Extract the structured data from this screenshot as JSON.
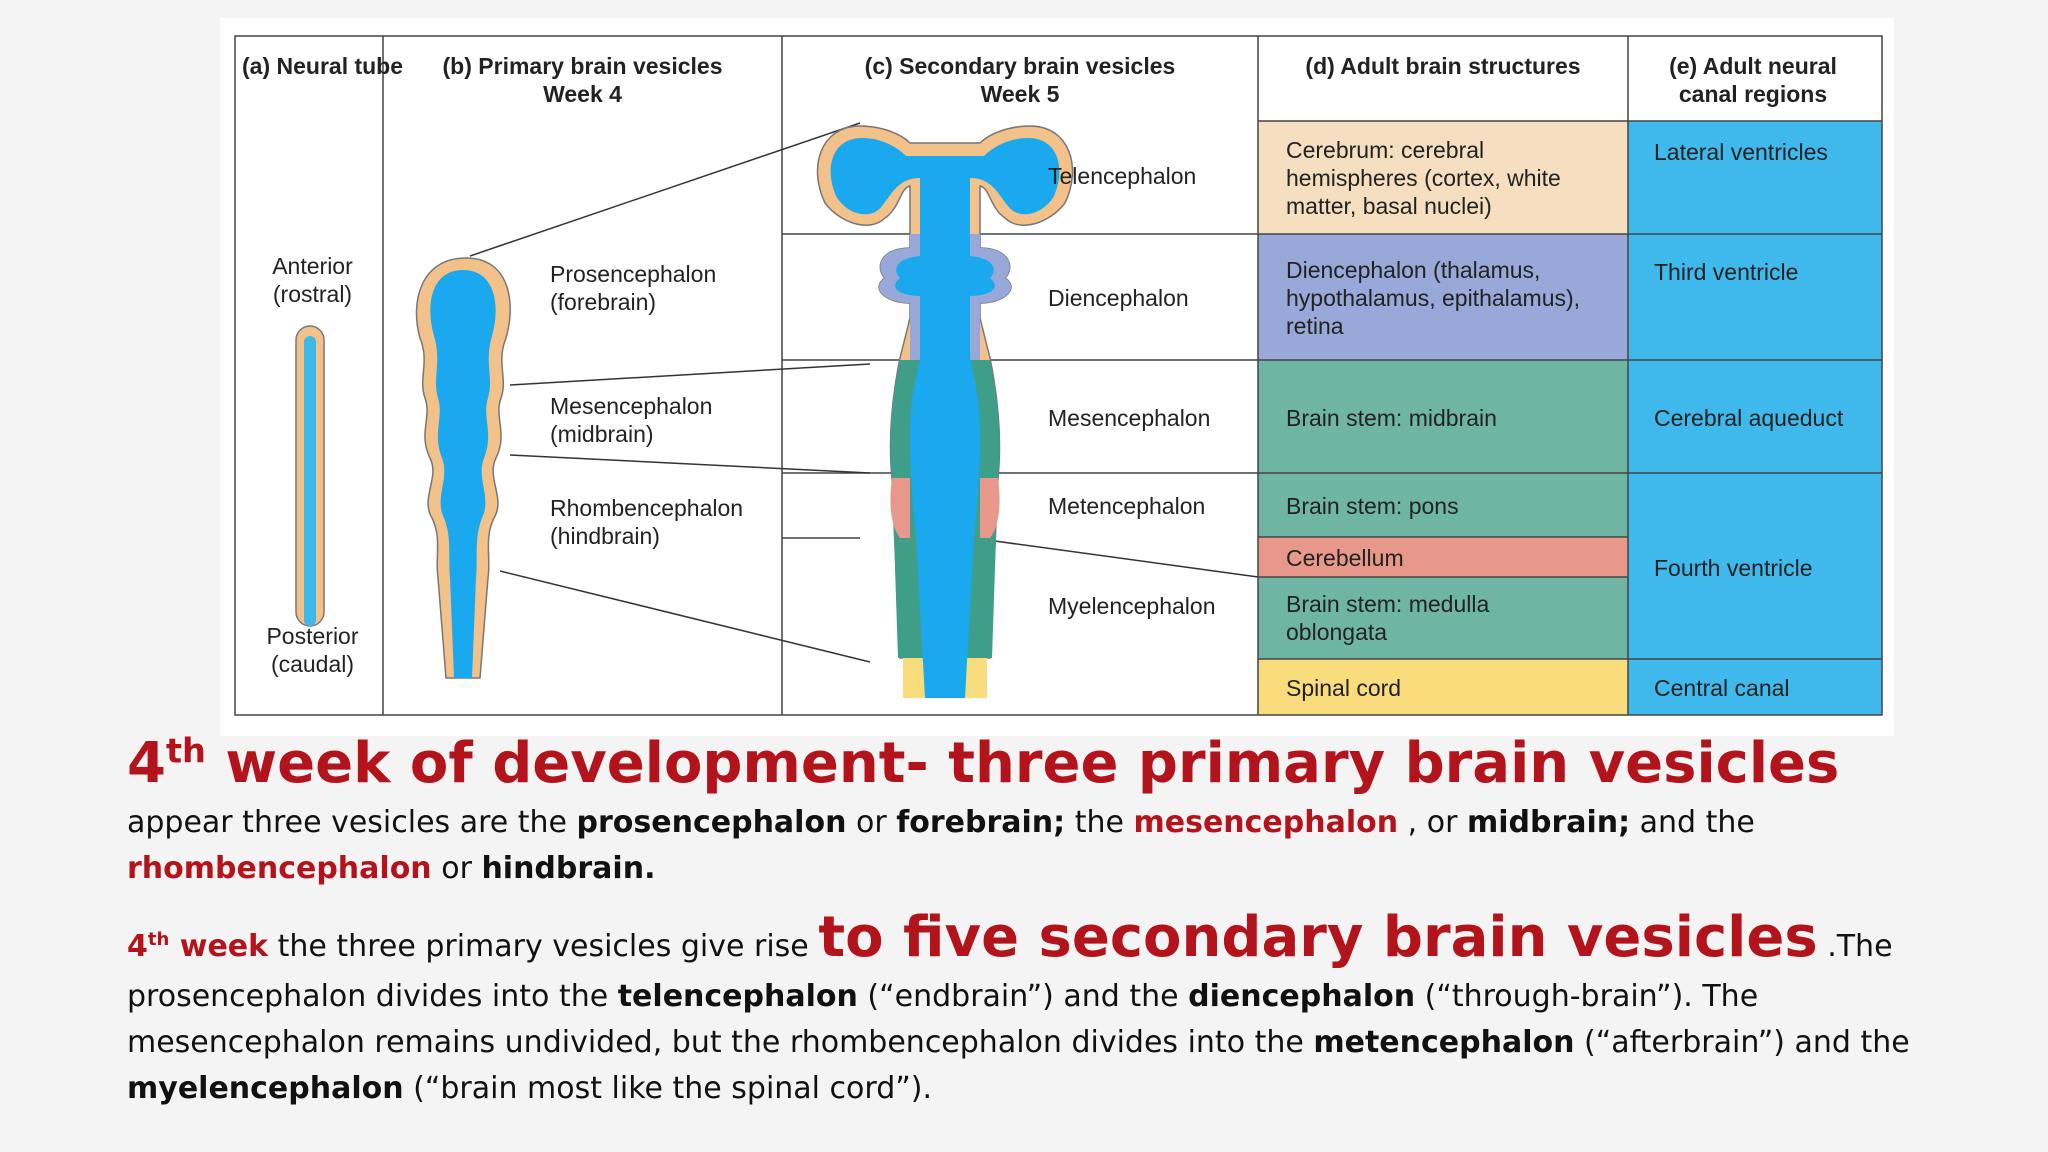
{
  "headers": {
    "a": "(a) Neural tube",
    "b1": "(b) Primary brain vesicles",
    "b2": "Week 4",
    "c1": "(c) Secondary brain vesicles",
    "c2": "Week 5",
    "d": "(d) Adult brain structures",
    "e": "(e) Adult neural canal regions"
  },
  "neural_tube": {
    "anterior": "Anterior (rostral)",
    "posterior": "Posterior (caudal)"
  },
  "primary": [
    {
      "name": "Prosencephalon",
      "alt": "(forebrain)"
    },
    {
      "name": "Mesencephalon",
      "alt": "(midbrain)"
    },
    {
      "name": "Rhombencephalon",
      "alt": "(hindbrain)"
    }
  ],
  "secondary": [
    "Telencephalon",
    "Diencephalon",
    "Mesencephalon",
    "Metencephalon",
    "Myelencephalon"
  ],
  "adult_structures": [
    {
      "text": "Cerebrum: cerebral hemispheres (cortex, white matter, basal nuclei)",
      "color": "#f5dfc0"
    },
    {
      "text": "Diencephalon (thalamus, hypothalamus, epithalamus), retina",
      "color": "#98a8d8"
    },
    {
      "text": "Brain stem: midbrain",
      "color": "#6fb5a3"
    },
    {
      "text": "Brain stem: pons",
      "color": "#6fb5a3"
    },
    {
      "text": "Cerebellum",
      "color": "#e8988a"
    },
    {
      "text": "Brain stem: medulla oblongata",
      "color": "#6fb5a3"
    },
    {
      "text": "Spinal cord",
      "color": "#f9dc7c"
    }
  ],
  "canal_regions": [
    "Lateral ventricles",
    "Third ventricle",
    "Cerebral aqueduct",
    "Fourth ventricle",
    "Central canal"
  ],
  "canal_color": "#3fb8ec",
  "text": {
    "p1_sup_num": "4",
    "p1_sup": "th",
    "p1_big": " week of development- three primary brain vesicles",
    "p1_a": " appear three vesicles are the ",
    "p1_b": "prosencephalon",
    "p1_c": "  or ",
    "p1_d": "forebrain;",
    "p1_e": " the ",
    "p1_f": "mesencephalon",
    "p1_g": " , or ",
    "p1_h": "midbrain;",
    "p1_i": " and the ",
    "p1_j": "rhombencephalon",
    "p1_k": " or ",
    "p1_l": "hindbrain.",
    "p2_num": "4",
    "p2_sup": "th",
    "p2_week": " week",
    "p2_a": "  the three primary vesicles give rise ",
    "p2_big": "to five secondary brain vesicles",
    "p2_b": " .The prosencephalon divides into the ",
    "p2_c": "telencephalon",
    "p2_d": " (“endbrain”) and the ",
    "p2_e": "diencephalon",
    "p2_f": " (“through-brain”). The mesencephalon remains undivided, but the rhombencephalon divides into the ",
    "p2_g": "metencephalon",
    "p2_h": " (“afterbrain”) and the ",
    "p2_i": "myelencephalon",
    "p2_j": " (“brain most like the spinal cord”)."
  }
}
